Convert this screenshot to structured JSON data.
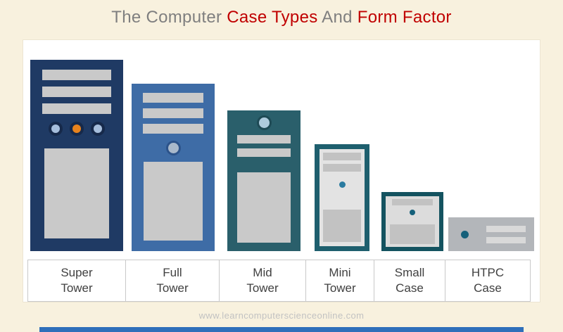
{
  "title": {
    "segments": [
      {
        "text": "The Computer ",
        "color": "#7f7f7f"
      },
      {
        "text": "Case Types",
        "color": "#c00000"
      },
      {
        "text": "  And  ",
        "color": "#7f7f7f"
      },
      {
        "text": "Form Factor",
        "color": "#c00000"
      }
    ]
  },
  "cases": [
    {
      "label": "Super Tower",
      "color": "#1f3a64"
    },
    {
      "label": "Full Tower",
      "color": "#3e6ca6"
    },
    {
      "label": "Mid Tower",
      "color": "#2a5f6b"
    },
    {
      "label": "Mini Tower",
      "color": "#1e5f6e"
    },
    {
      "label": "Small Case",
      "color": "#145360"
    },
    {
      "label": "HTPC Case",
      "color": "#b3b6ba"
    }
  ],
  "footer": {
    "website": "www.learncomputerscienceonline.com"
  },
  "colors": {
    "background": "#f8f1de",
    "title_gray": "#7f7f7f",
    "title_red": "#c00000",
    "drive_bay_gray": "#c9c9c9",
    "power_button_orange": "#e8831d",
    "power_button_blue": "#a6bedc",
    "bottom_bar_blue": "#2f6fba"
  }
}
